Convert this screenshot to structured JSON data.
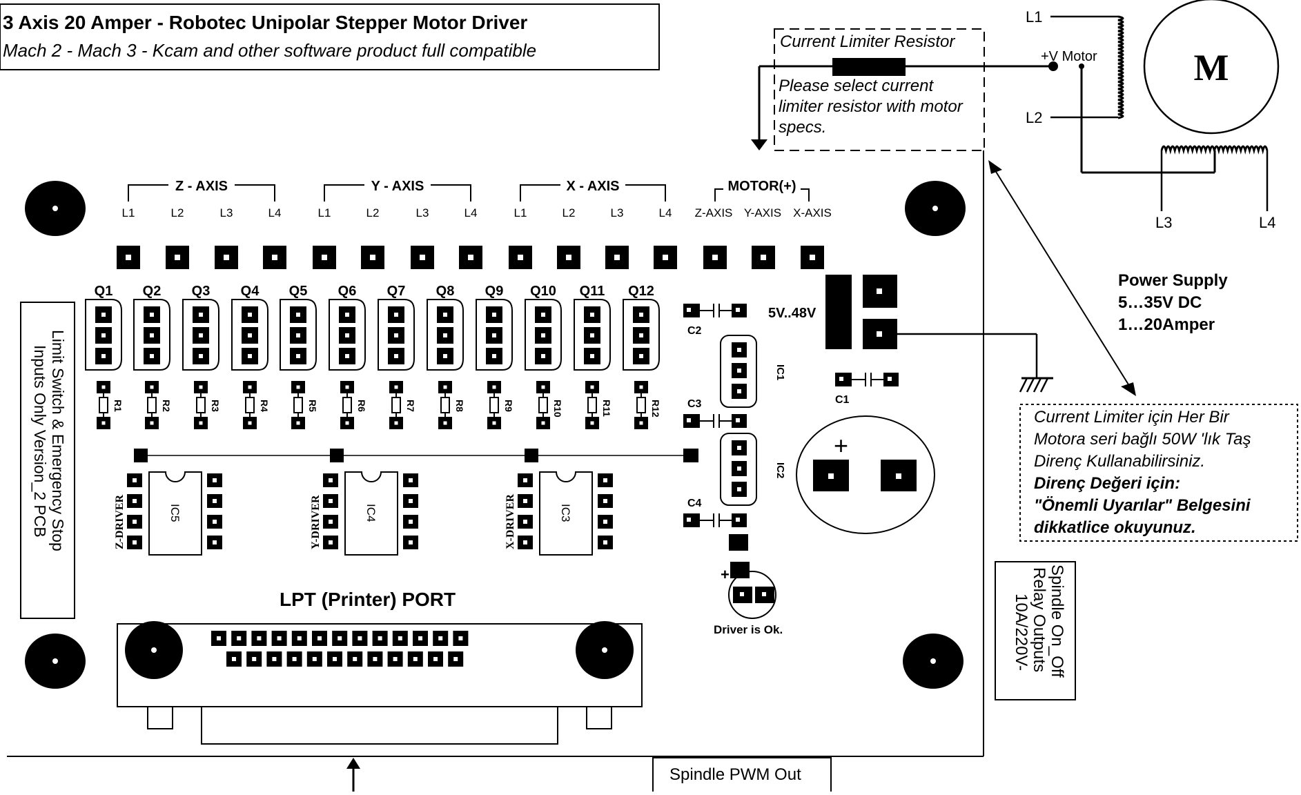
{
  "title": {
    "main": "3 Axis 20 Amper - Robotec Unipolar Stepper Motor Driver",
    "sub": "Mach 2 - Mach 3 - Kcam and other software product full compatible"
  },
  "resistor_note": {
    "heading": "Current Limiter Resistor",
    "lines": [
      "Please select current",
      "limiter resistor with motor",
      "specs."
    ]
  },
  "motor": {
    "symbol": "M",
    "vplus": "+V Motor",
    "leads": [
      "L1",
      "L2",
      "L3",
      "L4"
    ]
  },
  "axes": [
    {
      "name": "Z - AXIS",
      "leads": [
        "L1",
        "L2",
        "L3",
        "L4"
      ]
    },
    {
      "name": "Y - AXIS",
      "leads": [
        "L1",
        "L2",
        "L3",
        "L4"
      ]
    },
    {
      "name": "X - AXIS",
      "leads": [
        "L1",
        "L2",
        "L3",
        "L4"
      ]
    }
  ],
  "motor_plus": {
    "name": "MOTOR(+)",
    "leads": [
      "Z-AXIS",
      "Y-AXIS",
      "X-AXIS"
    ]
  },
  "transistors": [
    "Q1",
    "Q2",
    "Q3",
    "Q4",
    "Q5",
    "Q6",
    "Q7",
    "Q8",
    "Q9",
    "Q10",
    "Q11",
    "Q12"
  ],
  "resistors": [
    "R1",
    "R2",
    "R3",
    "R4",
    "R5",
    "R6",
    "R7",
    "R8",
    "R9",
    "R10",
    "R11",
    "R12"
  ],
  "capacitors": {
    "c1": "C1",
    "c2": "C2",
    "c3": "C3",
    "c4": "C4"
  },
  "regulators": {
    "ic1": "IC1",
    "ic2": "IC2"
  },
  "drivers": [
    {
      "label": "Z-DRIVER",
      "ic": "IC5"
    },
    {
      "label": "Y-DRIVER",
      "ic": "IC4"
    },
    {
      "label": "X-DRIVER",
      "ic": "IC3"
    }
  ],
  "voltage_label": "5V..48V",
  "power_supply": [
    "Power Supply",
    "5…35V DC",
    "1…20Amper"
  ],
  "turkish_note": {
    "lines": [
      "Current Limiter için Her Bir",
      "Motora seri bağlı 50W 'lık Taş",
      "Direnç Kullanabilirsiniz."
    ],
    "bold_lines": [
      "Direnç Değeri için:",
      "\"Önemli Uyarılar\" Belgesini",
      "dikkatlice okuyunuz."
    ]
  },
  "limit_switch": [
    "Limit Switch & Emergency Stop",
    "Inputs Only Version_2 PCB"
  ],
  "lpt_label": "LPT (Printer) PORT",
  "led_label": "Driver is Ok.",
  "spindle_relay": [
    "Spindle On_Off",
    "Relay Outputs",
    "10A/220V-"
  ],
  "spindle_pwm": "Spindle PWM Out",
  "colors": {
    "ink": "#000000",
    "paper": "#ffffff"
  }
}
